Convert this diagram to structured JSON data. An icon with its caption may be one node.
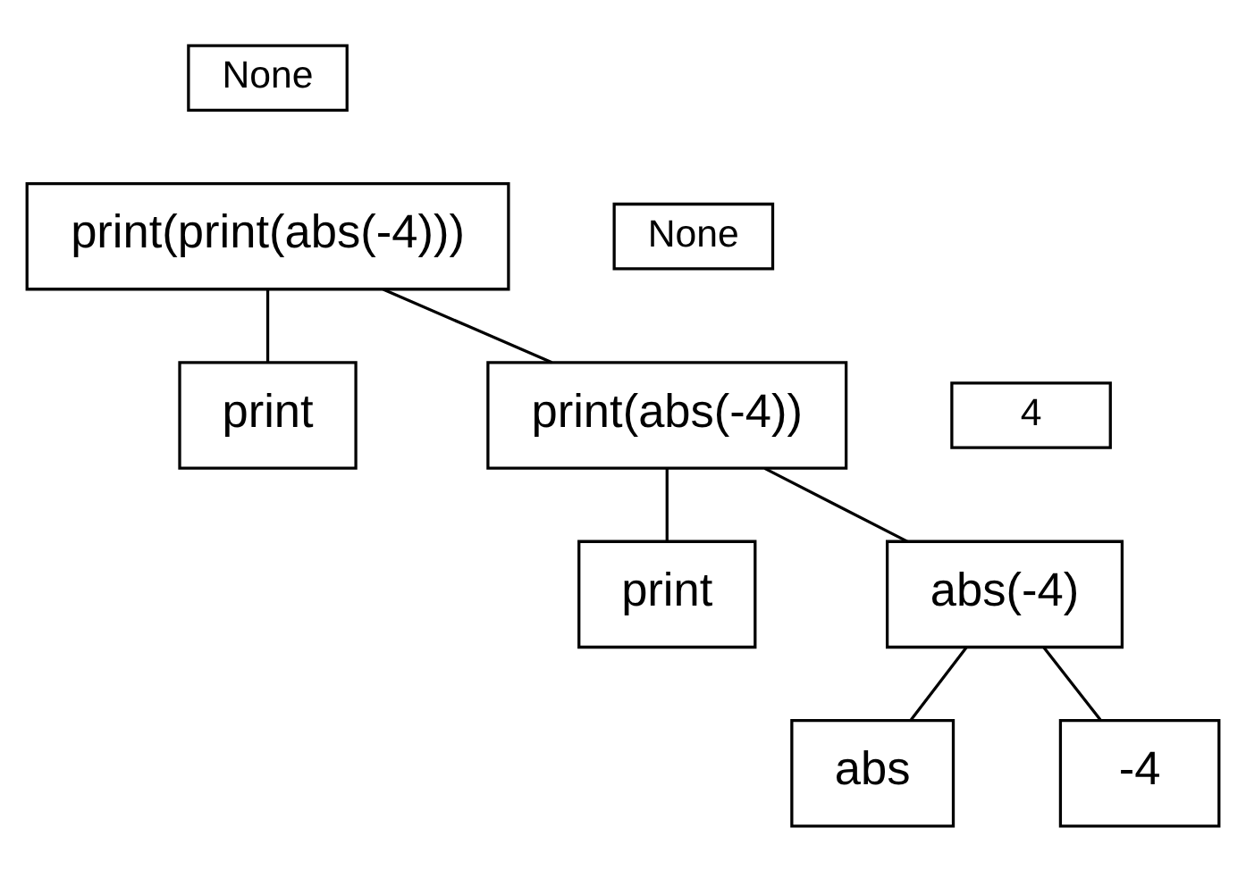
{
  "diagram": {
    "nodes": [
      {
        "text": [
          "None"
        ]
      },
      {
        "text": [
          "print(print(abs(-4)))"
        ]
      },
      {
        "text": [
          "print"
        ]
      },
      {
        "text": [
          "None"
        ]
      },
      {
        "text": [
          "print(abs(-4))"
        ]
      },
      {
        "text": [
          "print"
        ]
      },
      {
        "text": [
          "4"
        ]
      },
      {
        "text": [
          "abs(-4)"
        ]
      },
      {
        "text": [
          "abs"
        ]
      },
      {
        "text": [
          "-4"
        ]
      }
    ],
    "edges": [
      {
        "from": 1,
        "to": 2,
        "arrow": "none"
      },
      {
        "from": 1,
        "to": 4,
        "arrow": "none"
      },
      {
        "from": 4,
        "to": 5,
        "arrow": "none"
      },
      {
        "from": 4,
        "to": 7,
        "arrow": "none"
      },
      {
        "from": 7,
        "to": 8,
        "arrow": "none"
      },
      {
        "from": 7,
        "to": 9,
        "arrow": "none"
      }
    ]
  }
}
